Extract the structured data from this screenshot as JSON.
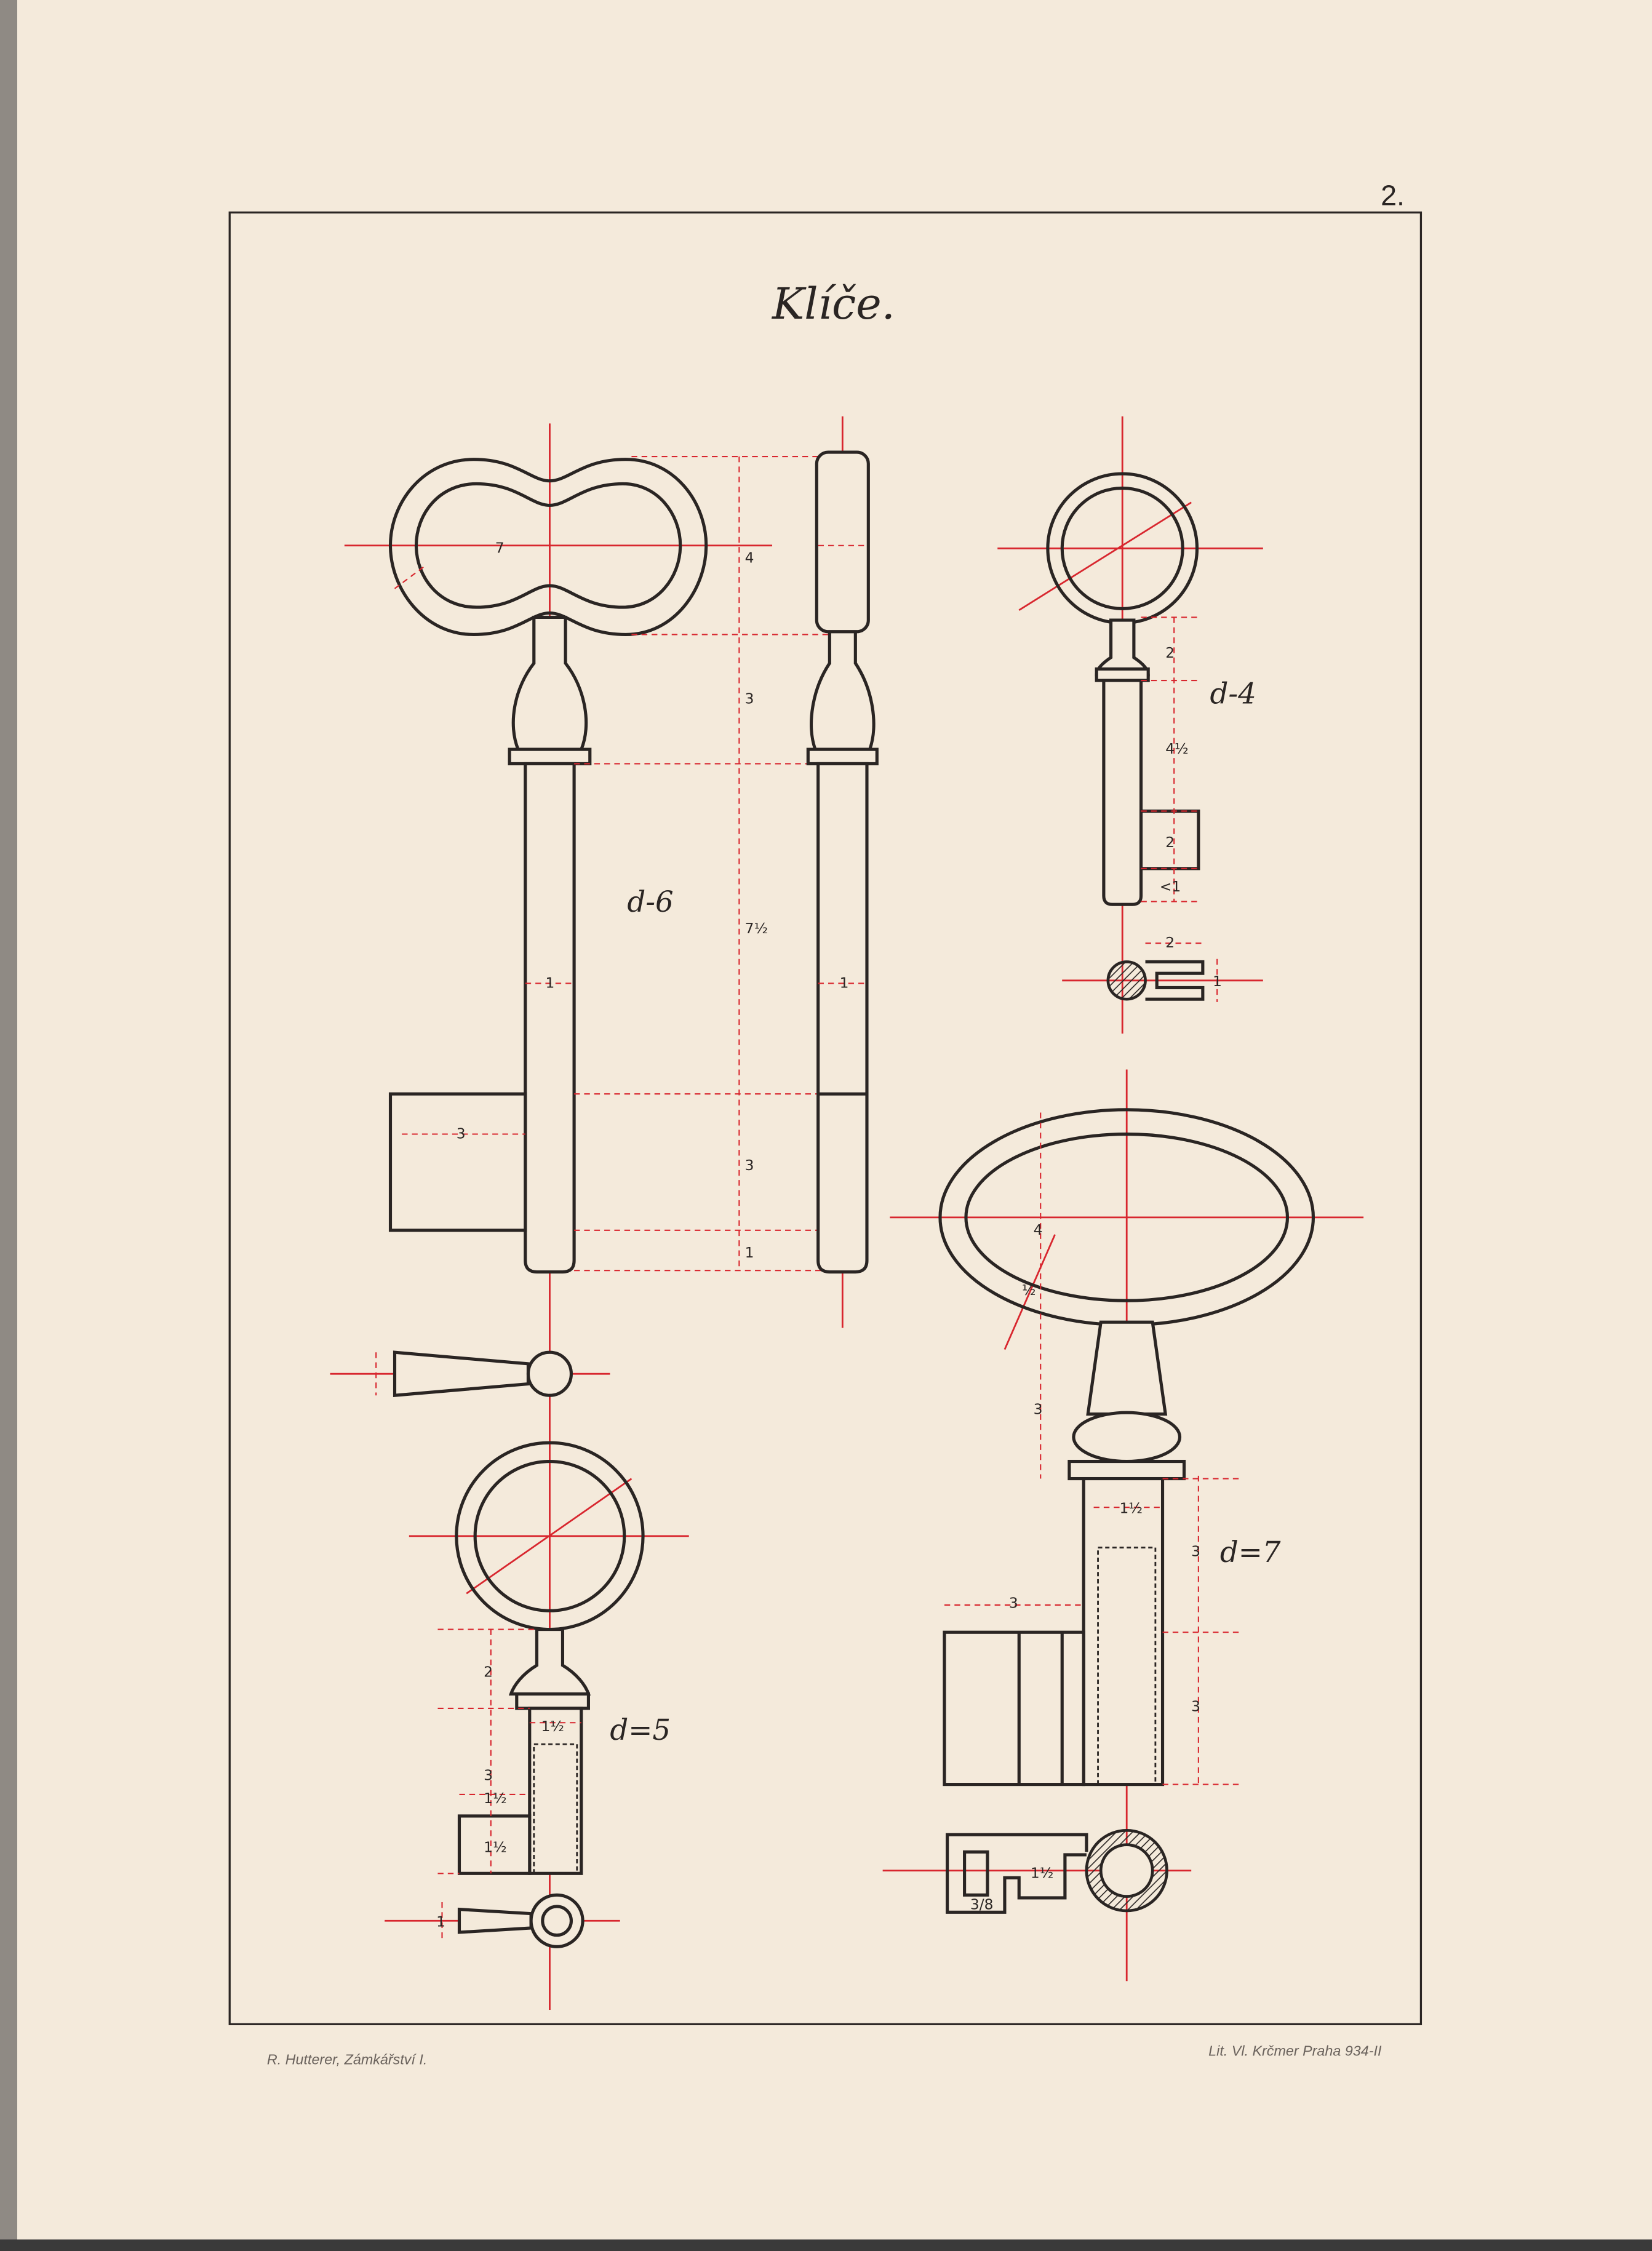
{
  "plate": {
    "page_number": "2.",
    "title": "Klíče.",
    "footer_left": "R. Hutterer, Zámkářství I.",
    "footer_right": "Lit. Vl. Krčmer Praha 934-II"
  },
  "keys": {
    "d6": {
      "label": "d-6",
      "dims": {
        "bow_width": "7",
        "bow_height": "4",
        "neck": "3",
        "shank": "7½",
        "bit": "3",
        "tip": "1",
        "shank_width": "1",
        "bit_width": "3",
        "side_width": "1"
      }
    },
    "d4": {
      "label": "d-4",
      "dims": {
        "neck": "2",
        "shank": "4½",
        "bit": "2",
        "tip": "<1",
        "section": "2",
        "section_h": "1"
      }
    },
    "d5": {
      "label": "d=5",
      "dims": {
        "neck": "2",
        "shank_width": "1½",
        "shank": "3",
        "bit_w": "1½",
        "bit_h": "1½",
        "section": "1"
      }
    },
    "d7": {
      "label": "d=7",
      "dims": {
        "bow": "4",
        "bow_ring": "½",
        "neck": "3",
        "shank_width": "1½",
        "upper": "3",
        "lower": "3",
        "bit_width": "3",
        "section": "1½",
        "section_small": "3/8"
      }
    }
  },
  "colors": {
    "paper": "#f4eadb",
    "ink": "#2a2523",
    "construction": "#d8262e"
  }
}
